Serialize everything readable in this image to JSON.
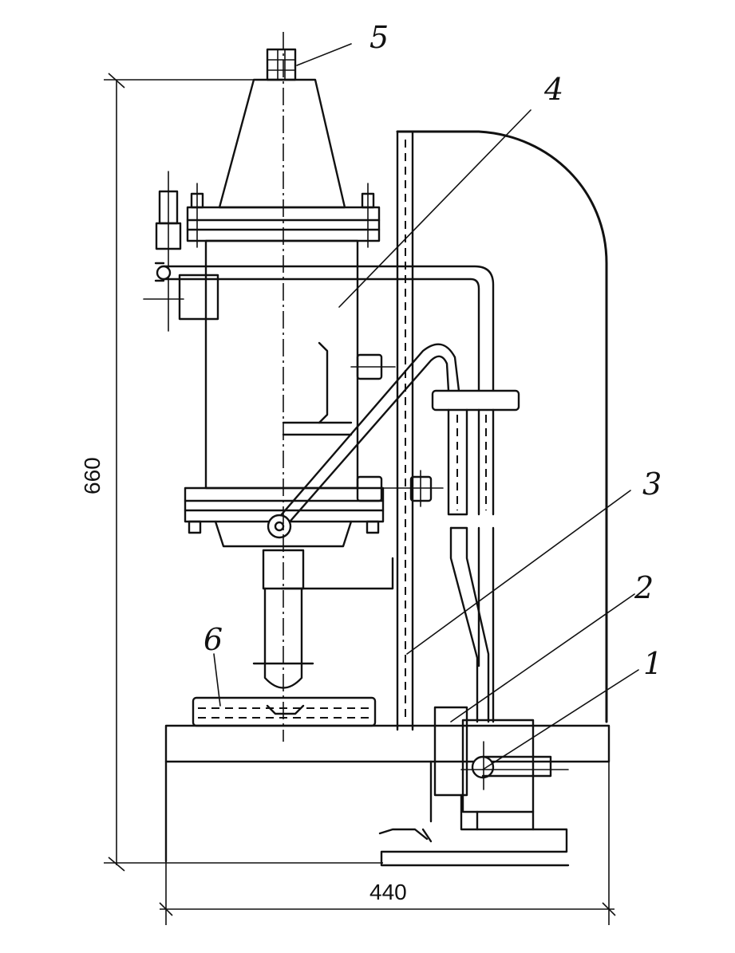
{
  "callouts": {
    "c1": "1",
    "c2": "2",
    "c3": "3",
    "c4": "4",
    "c5": "5",
    "c6": "6"
  },
  "dimensions": {
    "height": "660",
    "width": "440"
  }
}
